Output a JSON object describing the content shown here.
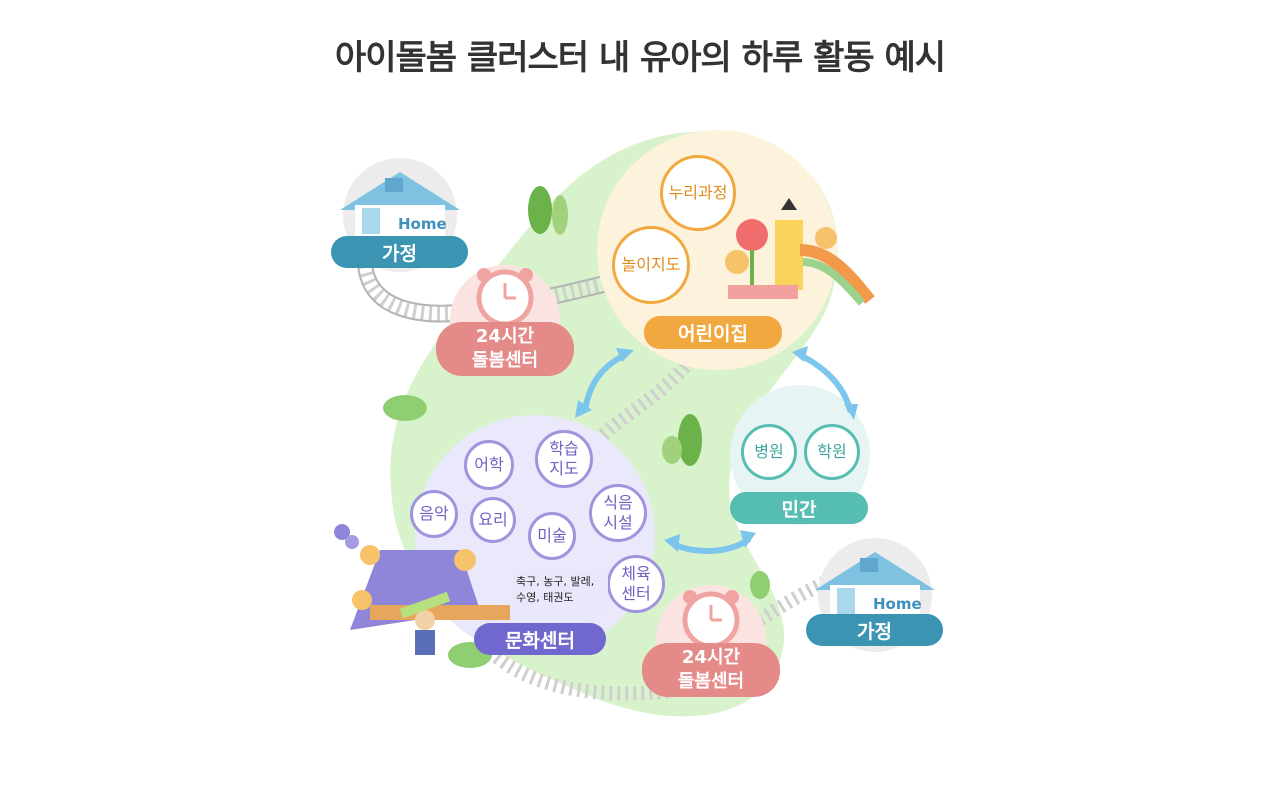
{
  "title": "아이돌봄 클러스터 내 유아의 하루 활동 예시",
  "home_top": {
    "label": "가정",
    "icon_text": "Home"
  },
  "home_bottom": {
    "label": "가정",
    "icon_text": "Home"
  },
  "care_top": {
    "line1": "24시간",
    "line2": "돌봄센터"
  },
  "care_bottom": {
    "line1": "24시간",
    "line2": "돌봄센터"
  },
  "kindergarten": {
    "label": "어린이집",
    "items": [
      "누리과정",
      "놀이지도"
    ]
  },
  "private": {
    "label": "민간",
    "items": [
      "병원",
      "학원"
    ]
  },
  "culture": {
    "label": "문화센터",
    "items": {
      "language": "어학",
      "study_1": "학습",
      "study_2": "지도",
      "music": "음악",
      "cooking": "요리",
      "art": "미술",
      "food_1": "식음",
      "food_2": "시설",
      "sports_1": "체육",
      "sports_2": "센터"
    },
    "note_1": "축구, 농구, 발레,",
    "note_2": "수영, 태권도"
  },
  "colors": {
    "green_blob": "#d8f3cc",
    "kinder_bg": "#fdf3dd",
    "kinder_pill": "#f1a83f",
    "culture_bg": "#e9e9fb",
    "culture_pill": "#7068cf",
    "private_bg": "#e6f5f3",
    "private_pill": "#56bdb3",
    "home_pill": "#3b95b2",
    "care_pill": "#e48a88",
    "arrow": "#7cc5ec"
  }
}
